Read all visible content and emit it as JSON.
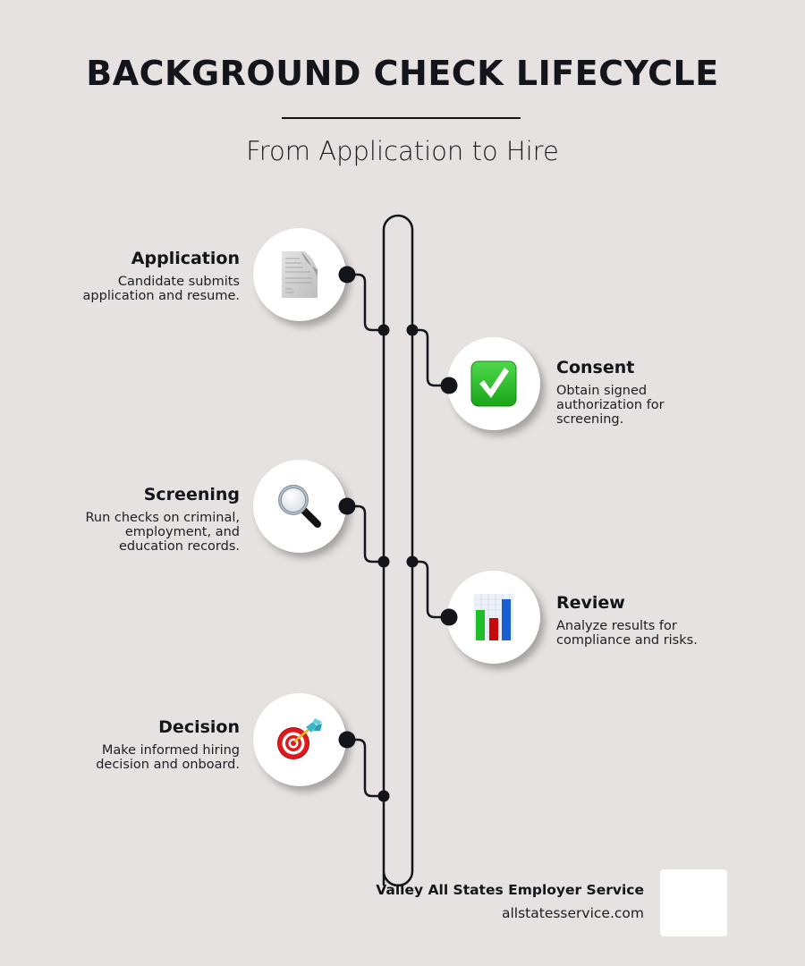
{
  "header": {
    "title": "BACKGROUND CHECK LIFECYCLE",
    "subtitle": "From Application to Hire"
  },
  "colors": {
    "background": "#E6E2E1",
    "ink": "#14141B",
    "circle_fill": "#FFFFFF"
  },
  "steps": [
    {
      "side": "left",
      "title": "Application",
      "description": "Candidate submits\napplication and resume.",
      "icon": "document-icon"
    },
    {
      "side": "right",
      "title": "Consent",
      "description": "Obtain signed\nauthorization for\nscreening.",
      "icon": "checkmark-icon"
    },
    {
      "side": "left",
      "title": "Screening",
      "description": "Run checks on criminal,\nemployment, and\neducation records.",
      "icon": "magnifying-glass-icon"
    },
    {
      "side": "right",
      "title": "Review",
      "description": "Analyze results for\ncompliance and risks.",
      "icon": "bar-chart-icon"
    },
    {
      "side": "left",
      "title": "Decision",
      "description": "Make informed hiring\ndecision and onboard.",
      "icon": "target-dart-icon"
    }
  ],
  "footer": {
    "organization": "Valley All States Employer Service",
    "website": "allstatesservice.com"
  }
}
